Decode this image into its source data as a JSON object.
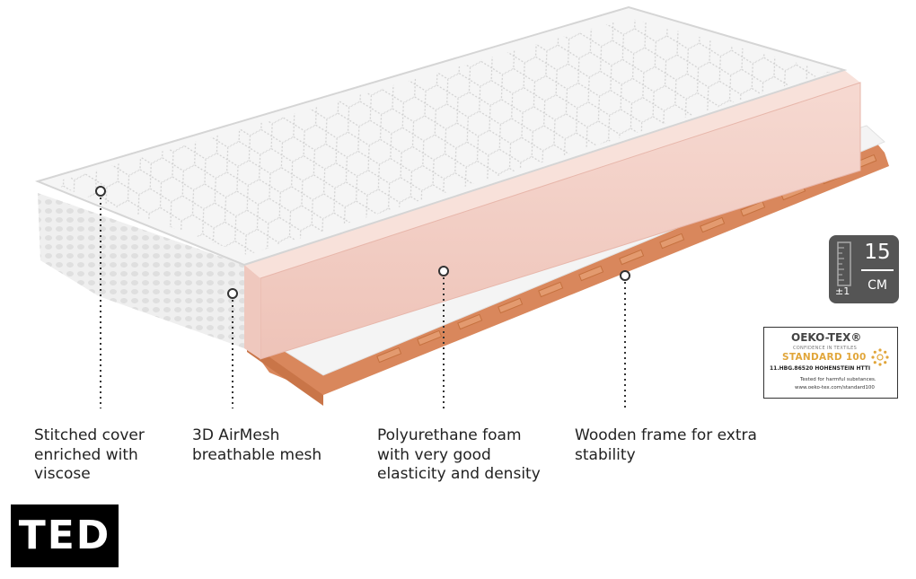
{
  "features": [
    {
      "lines": [
        "Stitched cover",
        "enriched with",
        "viscose"
      ]
    },
    {
      "lines": [
        "3D AirMesh",
        "breathable mesh"
      ]
    },
    {
      "lines": [
        "Polyurethane foam",
        "with very good",
        "elasticity and density"
      ]
    },
    {
      "lines": [
        "Wooden frame for extra",
        "stability"
      ]
    }
  ],
  "brand": {
    "logo_text": "TED"
  },
  "height_badge": {
    "value": "15",
    "unit": "CM",
    "tolerance": "±1",
    "icon": "ruler-icon"
  },
  "certification": {
    "name": "OEKO-TEX®",
    "tagline": "CONFIDENCE IN TEXTILES",
    "standard": "STANDARD 100",
    "code": "11.HBG.86520 HOHENSTEIN HTTI",
    "note": "Tested for harmful substances.",
    "url": "www.oeko-tex.com/standard100"
  },
  "colors": {
    "foam": "#f3cfc6",
    "wood": "#d9875c",
    "cover": "#f1f1f1",
    "badge": "#555555",
    "oeko_accent": "#e1a63a"
  }
}
